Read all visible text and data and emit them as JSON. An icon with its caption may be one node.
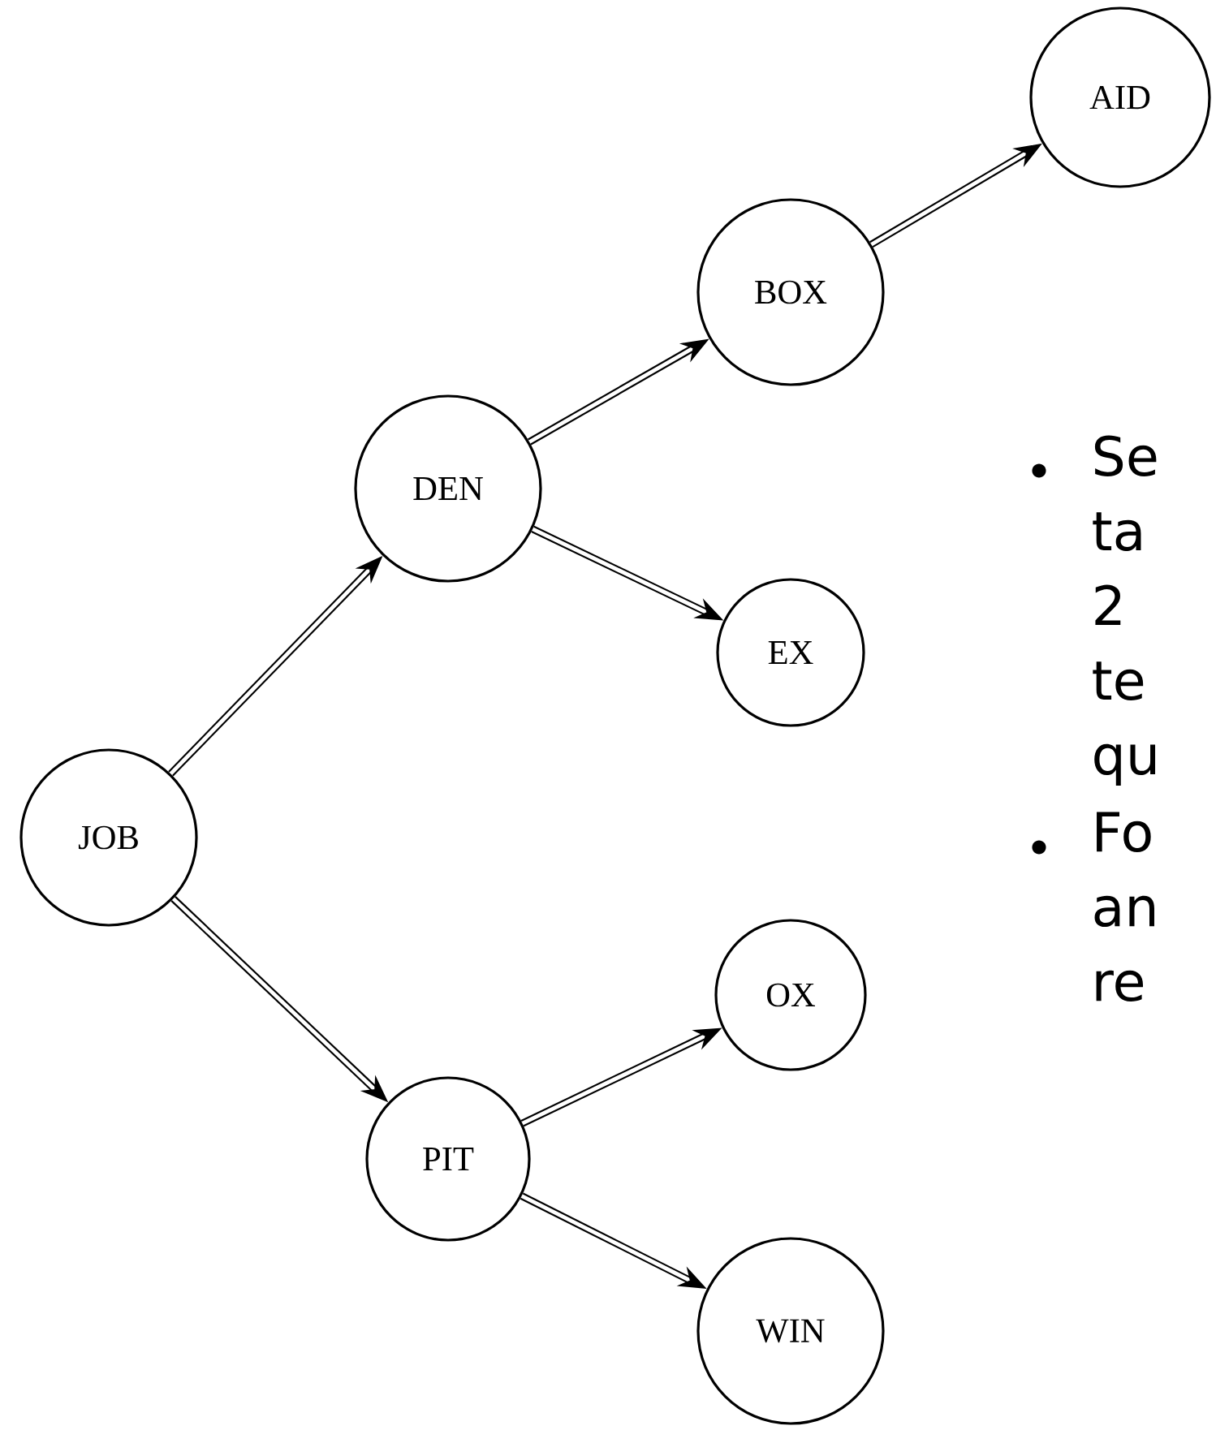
{
  "diagram": {
    "nodes": [
      {
        "text": [
          "JOB"
        ]
      },
      {
        "text": [
          "DEN"
        ]
      },
      {
        "text": [
          "PIT"
        ]
      },
      {
        "text": [
          "BOX"
        ]
      },
      {
        "text": [
          "EX"
        ]
      },
      {
        "text": [
          "OX"
        ]
      },
      {
        "text": [
          "WIN"
        ]
      },
      {
        "text": [
          "AID"
        ]
      }
    ],
    "edges": [
      {
        "from": 0,
        "to": 1,
        "arrow": "to"
      },
      {
        "from": 0,
        "to": 2,
        "arrow": "to"
      },
      {
        "from": 1,
        "to": 3,
        "arrow": "to"
      },
      {
        "from": 1,
        "to": 4,
        "arrow": "to"
      },
      {
        "from": 2,
        "to": 5,
        "arrow": "to"
      },
      {
        "from": 2,
        "to": 6,
        "arrow": "to"
      },
      {
        "from": 3,
        "to": 7,
        "arrow": "to"
      }
    ],
    "labels": [
      "Se ta 2 te qu",
      "Fo an re"
    ]
  }
}
